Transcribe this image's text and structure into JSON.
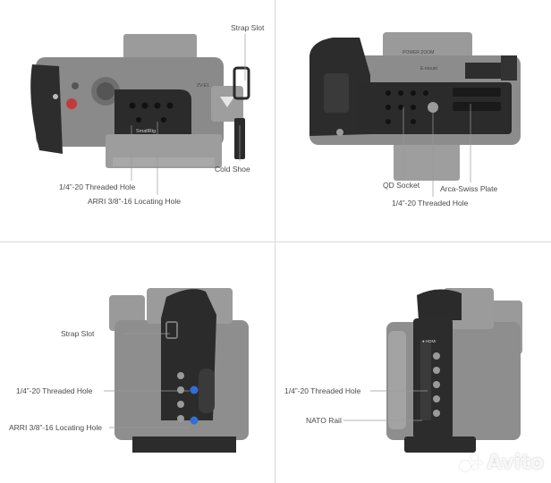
{
  "panels": {
    "top_left": {
      "labels": {
        "strap_slot": "Strap Slot",
        "cold_shoe": "Cold Shoe",
        "threaded_hole": "1/4”-20 Threaded Hole",
        "locating_hole": "ARRI 3/8”-16 Locating Hole"
      },
      "brand_text": "SmallRig",
      "model_text": "ZV-E1"
    },
    "top_right": {
      "labels": {
        "qd_socket": "QD Socket",
        "arca_plate": "Arca-Swiss Plate",
        "threaded_hole": "1/4”-20 Threaded Hole"
      },
      "lens_text": "POWER ZOOM",
      "mount_text": "E-mount"
    },
    "bottom_left": {
      "labels": {
        "strap_slot": "Strap Slot",
        "threaded_hole": "1/4”-20 Threaded Hole",
        "locating_hole": "ARRI 3/8”-16 Locating Hole"
      }
    },
    "bottom_right": {
      "labels": {
        "threaded_hole": "1/4”-20 Threaded Hole",
        "nato_rail": "NATO Rail"
      },
      "side_text": "● HDMI"
    }
  },
  "watermark": {
    "text": "Avito"
  },
  "colors": {
    "camera_gray": "#8f8f8f",
    "cage_black": "#2b2b2b",
    "accent_blue": "#2f6fd6",
    "leader_line": "#9a9a9a",
    "label_text": "#4a4a4a"
  }
}
